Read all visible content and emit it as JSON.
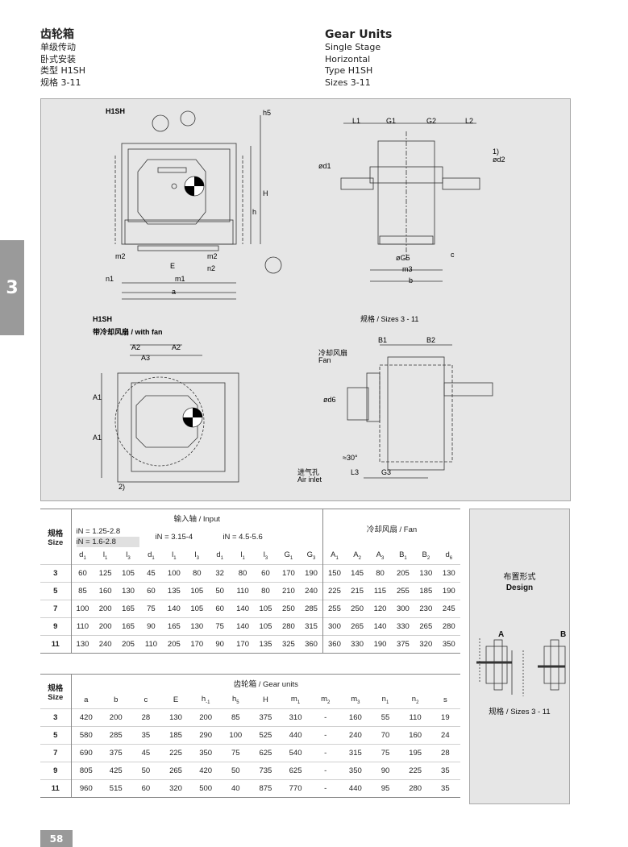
{
  "header_cn": {
    "title": "齿轮箱",
    "lines": [
      "单级传动",
      "卧式安装",
      "类型 H1SH",
      "规格 3-11"
    ]
  },
  "header_en": {
    "title": "Gear Units",
    "lines": [
      "Single Stage",
      "Horizontal",
      "Type H1SH",
      "Sizes 3-11"
    ]
  },
  "chapter_tab": "3",
  "drawing": {
    "label_h1sh": "H1SH",
    "label_h1sh_fan": "H1SH",
    "label_with_fan": "带冷却风扇  / with fan",
    "label_sizes": "规格 / Sizes  3 - 11",
    "label_fan_cn": "冷却风扇",
    "label_fan_en": "Fan",
    "label_air_cn": "进气孔",
    "label_air_en": "Air inlet",
    "label_angle": "≈30°",
    "dims": {
      "h5": "h5",
      "H": "H",
      "h": "h",
      "m2a": "m2",
      "m2b": "m2",
      "n2": "n2",
      "E": "E",
      "m1": "m1",
      "n1": "n1",
      "a": "a",
      "L1": "L1",
      "G1": "G1",
      "G2": "G2",
      "L2": "L2",
      "d1": "ød1",
      "d2": "ød2",
      "G5": "øG5",
      "m3": "m3",
      "b": "b",
      "c": "c",
      "A2a": "A2",
      "A2b": "A2",
      "A3": "A3",
      "A1a": "A1",
      "A1b": "A1",
      "B1": "B1",
      "B2": "B2",
      "d6": "ød6",
      "L3": "L3",
      "G3": "G3",
      "note1": "1)",
      "note2": "2)"
    }
  },
  "table1": {
    "size_label": "规格\nSize",
    "input_header": "输入轴 / Input",
    "fan_header": "冷却风扇 / Fan",
    "ratio1a": "iN = 1.25-2.8",
    "ratio1b": "iN = 1.6-2.8",
    "ratio2": "iN = 3.15-4",
    "ratio3": "iN = 4.5-5.6",
    "cols": [
      "d1",
      "l1",
      "l3",
      "d1",
      "l1",
      "l3",
      "d1",
      "l1",
      "l3",
      "G1",
      "G3",
      "A1",
      "A2",
      "A3",
      "B1",
      "B2",
      "d6"
    ],
    "rows": [
      [
        "3",
        "60",
        "125",
        "105",
        "45",
        "100",
        "80",
        "32",
        "80",
        "60",
        "170",
        "190",
        "150",
        "145",
        "80",
        "205",
        "130",
        "130"
      ],
      [
        "5",
        "85",
        "160",
        "130",
        "60",
        "135",
        "105",
        "50",
        "110",
        "80",
        "210",
        "240",
        "225",
        "215",
        "115",
        "255",
        "185",
        "190"
      ],
      [
        "7",
        "100",
        "200",
        "165",
        "75",
        "140",
        "105",
        "60",
        "140",
        "105",
        "250",
        "285",
        "255",
        "250",
        "120",
        "300",
        "230",
        "245"
      ],
      [
        "9",
        "110",
        "200",
        "165",
        "90",
        "165",
        "130",
        "75",
        "140",
        "105",
        "280",
        "315",
        "300",
        "265",
        "140",
        "330",
        "265",
        "280"
      ],
      [
        "11",
        "130",
        "240",
        "205",
        "110",
        "205",
        "170",
        "90",
        "170",
        "135",
        "325",
        "360",
        "360",
        "330",
        "190",
        "375",
        "320",
        "350"
      ]
    ]
  },
  "table2": {
    "size_label": "规格\nSize",
    "header": "齿轮箱 / Gear units",
    "cols": [
      "a",
      "b",
      "c",
      "E",
      "h-1",
      "h5",
      "H",
      "m1",
      "m2",
      "m3",
      "n1",
      "n2",
      "s"
    ],
    "rows": [
      [
        "3",
        "420",
        "200",
        "28",
        "130",
        "200",
        "85",
        "375",
        "310",
        "-",
        "160",
        "55",
        "110",
        "19"
      ],
      [
        "5",
        "580",
        "285",
        "35",
        "185",
        "290",
        "100",
        "525",
        "440",
        "-",
        "240",
        "70",
        "160",
        "24"
      ],
      [
        "7",
        "690",
        "375",
        "45",
        "225",
        "350",
        "75",
        "625",
        "540",
        "-",
        "315",
        "75",
        "195",
        "28"
      ],
      [
        "9",
        "805",
        "425",
        "50",
        "265",
        "420",
        "50",
        "735",
        "625",
        "-",
        "350",
        "90",
        "225",
        "35"
      ],
      [
        "11",
        "960",
        "515",
        "60",
        "320",
        "500",
        "40",
        "875",
        "770",
        "-",
        "440",
        "95",
        "280",
        "35"
      ]
    ]
  },
  "design": {
    "title_cn": "布置形式",
    "title_en": "Design",
    "label_a": "A",
    "label_b": "B",
    "sizes": "规格 / Sizes  3 - 11"
  },
  "page_number": "58"
}
